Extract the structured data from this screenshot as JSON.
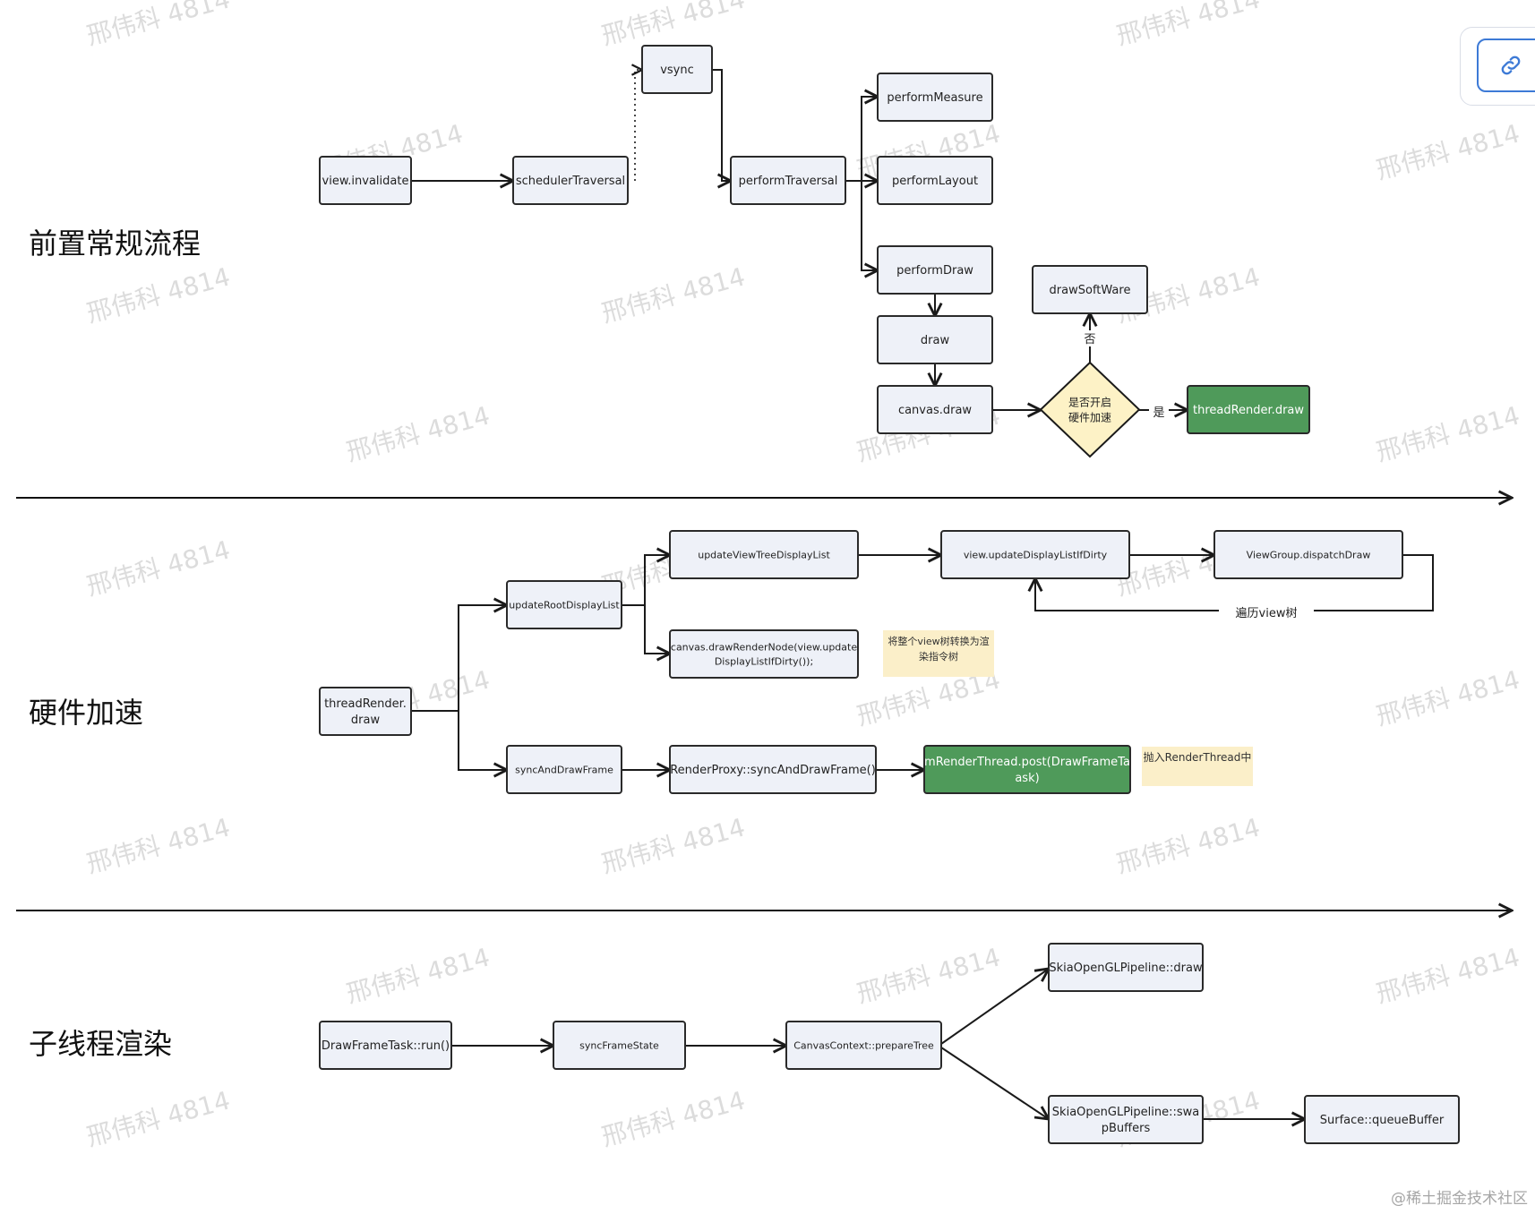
{
  "sections": [
    {
      "id": "s1",
      "title": "前置常规流程"
    },
    {
      "id": "s2",
      "title": "硬件加速"
    },
    {
      "id": "s3",
      "title": "子线程渲染"
    }
  ],
  "nodes": [
    {
      "id": "view-invalidate",
      "label": [
        "view.invalidate"
      ]
    },
    {
      "id": "scheduler-traversal",
      "label": [
        "schedulerTraversal"
      ]
    },
    {
      "id": "vsync",
      "label": [
        "vsync"
      ]
    },
    {
      "id": "perform-traversal",
      "label": [
        "performTraversal"
      ]
    },
    {
      "id": "perform-measure",
      "label": [
        "performMeasure"
      ]
    },
    {
      "id": "perform-layout",
      "label": [
        "performLayout"
      ]
    },
    {
      "id": "perform-draw",
      "label": [
        "performDraw"
      ]
    },
    {
      "id": "draw",
      "label": [
        "draw"
      ]
    },
    {
      "id": "canvas-draw",
      "label": [
        "canvas.draw"
      ]
    },
    {
      "id": "draw-software",
      "label": [
        "drawSoftWare"
      ]
    },
    {
      "id": "hw-accel-decision",
      "label": [
        "是否开启",
        "硬件加速"
      ],
      "shape": "diamond"
    },
    {
      "id": "thread-render-draw-1",
      "label": [
        "threadRender.draw"
      ],
      "style": "green"
    },
    {
      "id": "thread-render-draw-2",
      "label": [
        "threadRender.",
        "draw"
      ]
    },
    {
      "id": "update-root-display-list",
      "label": [
        "updateRootDisplayList"
      ]
    },
    {
      "id": "update-view-tree-display-list",
      "label": [
        "updateViewTreeDisplayList"
      ]
    },
    {
      "id": "view-update-display-list-if-dirty",
      "label": [
        "view.updateDisplayListIfDirty"
      ]
    },
    {
      "id": "viewgroup-dispatch-draw",
      "label": [
        "ViewGroup.dispatchDraw"
      ]
    },
    {
      "id": "canvas-draw-render-node",
      "label": [
        "canvas.drawRenderNode(view.update",
        "DisplayListIfDirty());"
      ]
    },
    {
      "id": "sync-and-draw-frame",
      "label": [
        "syncAndDrawFrame"
      ]
    },
    {
      "id": "renderproxy-sync-and-draw-frame",
      "label": [
        "RenderProxy::syncAndDrawFrame()"
      ]
    },
    {
      "id": "mrenderthread-post",
      "label": [
        "mRenderThread.post(DrawFrameTa",
        "ask)"
      ],
      "style": "green"
    },
    {
      "id": "drawframetask-run",
      "label": [
        "DrawFrameTask::run()"
      ]
    },
    {
      "id": "sync-frame-state",
      "label": [
        "syncFrameState"
      ]
    },
    {
      "id": "canvascontext-prepare-tree",
      "label": [
        "CanvasContext::prepareTree"
      ]
    },
    {
      "id": "skia-pipeline-draw",
      "label": [
        "SkiaOpenGLPipeline::draw"
      ]
    },
    {
      "id": "skia-pipeline-swap-buffers",
      "label": [
        "SkiaOpenGLPipeline::swa",
        "pBuffers"
      ]
    },
    {
      "id": "surface-queue-buffer",
      "label": [
        "Surface::queueBuffer"
      ]
    }
  ],
  "edges": [
    {
      "from": "view-invalidate",
      "to": "scheduler-traversal"
    },
    {
      "from": "scheduler-traversal",
      "to": "vsync",
      "style": "dotted"
    },
    {
      "from": "vsync",
      "to": "perform-traversal"
    },
    {
      "from": "perform-traversal",
      "to": "perform-measure"
    },
    {
      "from": "perform-traversal",
      "to": "perform-layout"
    },
    {
      "from": "perform-traversal",
      "to": "perform-draw"
    },
    {
      "from": "perform-draw",
      "to": "draw"
    },
    {
      "from": "draw",
      "to": "canvas-draw"
    },
    {
      "from": "canvas-draw",
      "to": "hw-accel-decision"
    },
    {
      "from": "hw-accel-decision",
      "to": "draw-software",
      "label": "否"
    },
    {
      "from": "hw-accel-decision",
      "to": "thread-render-draw-1",
      "label": "是"
    },
    {
      "from": "thread-render-draw-2",
      "to": "update-root-display-list"
    },
    {
      "from": "thread-render-draw-2",
      "to": "sync-and-draw-frame"
    },
    {
      "from": "update-root-display-list",
      "to": "update-view-tree-display-list"
    },
    {
      "from": "update-root-display-list",
      "to": "canvas-draw-render-node"
    },
    {
      "from": "update-view-tree-display-list",
      "to": "view-update-display-list-if-dirty"
    },
    {
      "from": "view-update-display-list-if-dirty",
      "to": "viewgroup-dispatch-draw"
    },
    {
      "from": "viewgroup-dispatch-draw",
      "to": "view-update-display-list-if-dirty",
      "label": "遍历view树"
    },
    {
      "from": "sync-and-draw-frame",
      "to": "renderproxy-sync-and-draw-frame"
    },
    {
      "from": "renderproxy-sync-and-draw-frame",
      "to": "mrenderthread-post"
    },
    {
      "from": "drawframetask-run",
      "to": "sync-frame-state"
    },
    {
      "from": "sync-frame-state",
      "to": "canvascontext-prepare-tree"
    },
    {
      "from": "canvascontext-prepare-tree",
      "to": "skia-pipeline-draw"
    },
    {
      "from": "canvascontext-prepare-tree",
      "to": "skia-pipeline-swap-buffers"
    },
    {
      "from": "skia-pipeline-swap-buffers",
      "to": "surface-queue-buffer"
    }
  ],
  "notes": [
    {
      "id": "note-view-tree",
      "text": [
        "将整个view树转换为渲",
        "染指令树"
      ]
    },
    {
      "id": "note-render-thread",
      "text": [
        "抛入RenderThread中"
      ]
    }
  ],
  "watermark": "邢伟科 4814",
  "credit": "@稀土掘金技术社区",
  "colors": {
    "node_fill": "#eef1f8",
    "node_stroke": "#2a2a2a",
    "green_fill": "#4f9a5a",
    "diamond_fill": "#fdf2c6",
    "note_fill": "#fbefc9",
    "link_accent": "#3d7ad6"
  },
  "link_widget": {
    "icon": "link-icon"
  }
}
